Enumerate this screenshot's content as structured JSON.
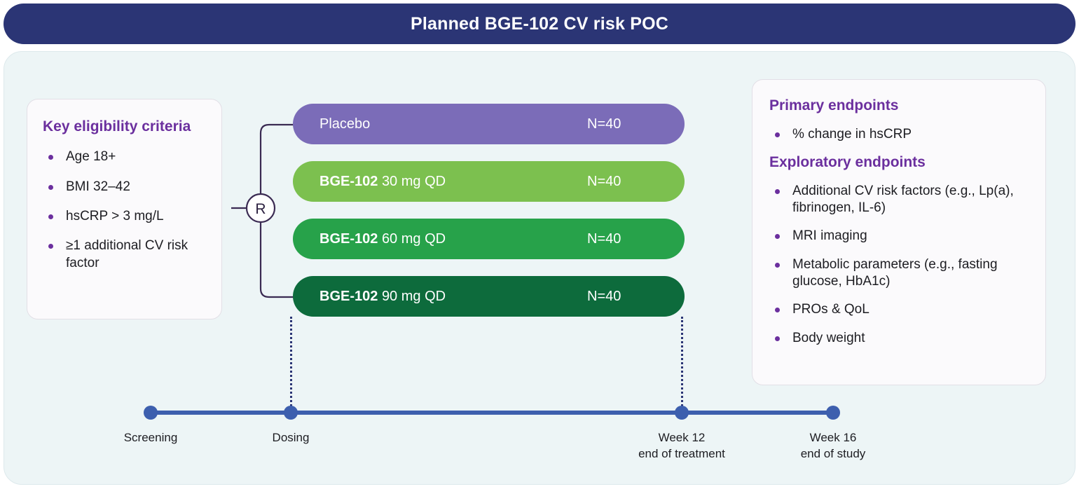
{
  "title": "Planned BGE-102 CV risk POC",
  "colors": {
    "title_bar": "#2b3575",
    "panel_bg": "#edf5f6",
    "heading_purple": "#6b2f9e",
    "timeline_blue": "#3d5fae",
    "arm_placebo": "#7b6cb8",
    "arm_30mg": "#7cc04f",
    "arm_60mg": "#27a24a",
    "arm_90mg": "#0d6b3c"
  },
  "eligibility": {
    "heading": "Key eligibility criteria",
    "items": [
      "Age 18+",
      "BMI 32–42",
      "hsCRP > 3 mg/L",
      "≥1 additional CV risk factor"
    ]
  },
  "randomization": {
    "label": "R"
  },
  "arms": [
    {
      "name": "Placebo",
      "drug": "",
      "dose": "Placebo",
      "n": "N=40",
      "color": "#7b6cb8"
    },
    {
      "name": "BGE-102 30 mg QD",
      "drug": "BGE-102",
      "dose": "30 mg QD",
      "n": "N=40",
      "color": "#7cc04f"
    },
    {
      "name": "BGE-102 60 mg QD",
      "drug": "BGE-102",
      "dose": "60 mg QD",
      "n": "N=40",
      "color": "#27a24a"
    },
    {
      "name": "BGE-102 90 mg QD",
      "drug": "BGE-102",
      "dose": "90 mg QD",
      "n": "N=40",
      "color": "#0d6b3c"
    }
  ],
  "timeline": {
    "milestones": [
      {
        "label_line1": "Screening",
        "label_line2": ""
      },
      {
        "label_line1": "Dosing",
        "label_line2": ""
      },
      {
        "label_line1": "Week 12",
        "label_line2": "end of treatment"
      },
      {
        "label_line1": "Week 16",
        "label_line2": "end of study"
      }
    ]
  },
  "endpoints": {
    "primary_heading": "Primary endpoints",
    "primary_items": [
      "% change in hsCRP"
    ],
    "exploratory_heading": "Exploratory endpoints",
    "exploratory_items": [
      "Additional CV risk factors (e.g., Lp(a), fibrinogen, IL-6)",
      "MRI imaging",
      "Metabolic parameters (e.g., fasting glucose, HbA1c)",
      "PROs & QoL",
      "Body weight"
    ]
  }
}
